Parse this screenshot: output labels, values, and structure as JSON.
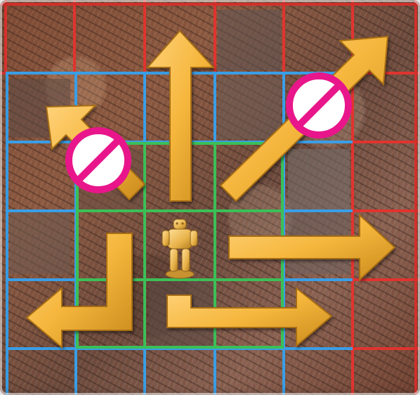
{
  "board": {
    "grid_colors": {
      "outer_zone": "#e0342f",
      "middle_zone": "#3a9ee6",
      "inner_zone": "#3cbf57"
    },
    "arrow_color": "#f5b63c",
    "blocked_marker_color": "#e8168a"
  },
  "pieces": {
    "figure": {
      "icon": "robot-miniature-icon",
      "color": "#e8b24a"
    }
  },
  "moves": [
    {
      "id": "up",
      "allowed": true
    },
    {
      "id": "up-left-diagonal",
      "allowed": false
    },
    {
      "id": "up-right-diagonal",
      "allowed": false
    },
    {
      "id": "right",
      "allowed": true
    },
    {
      "id": "right-lower",
      "allowed": true
    },
    {
      "id": "up-then-left",
      "allowed": true
    }
  ]
}
